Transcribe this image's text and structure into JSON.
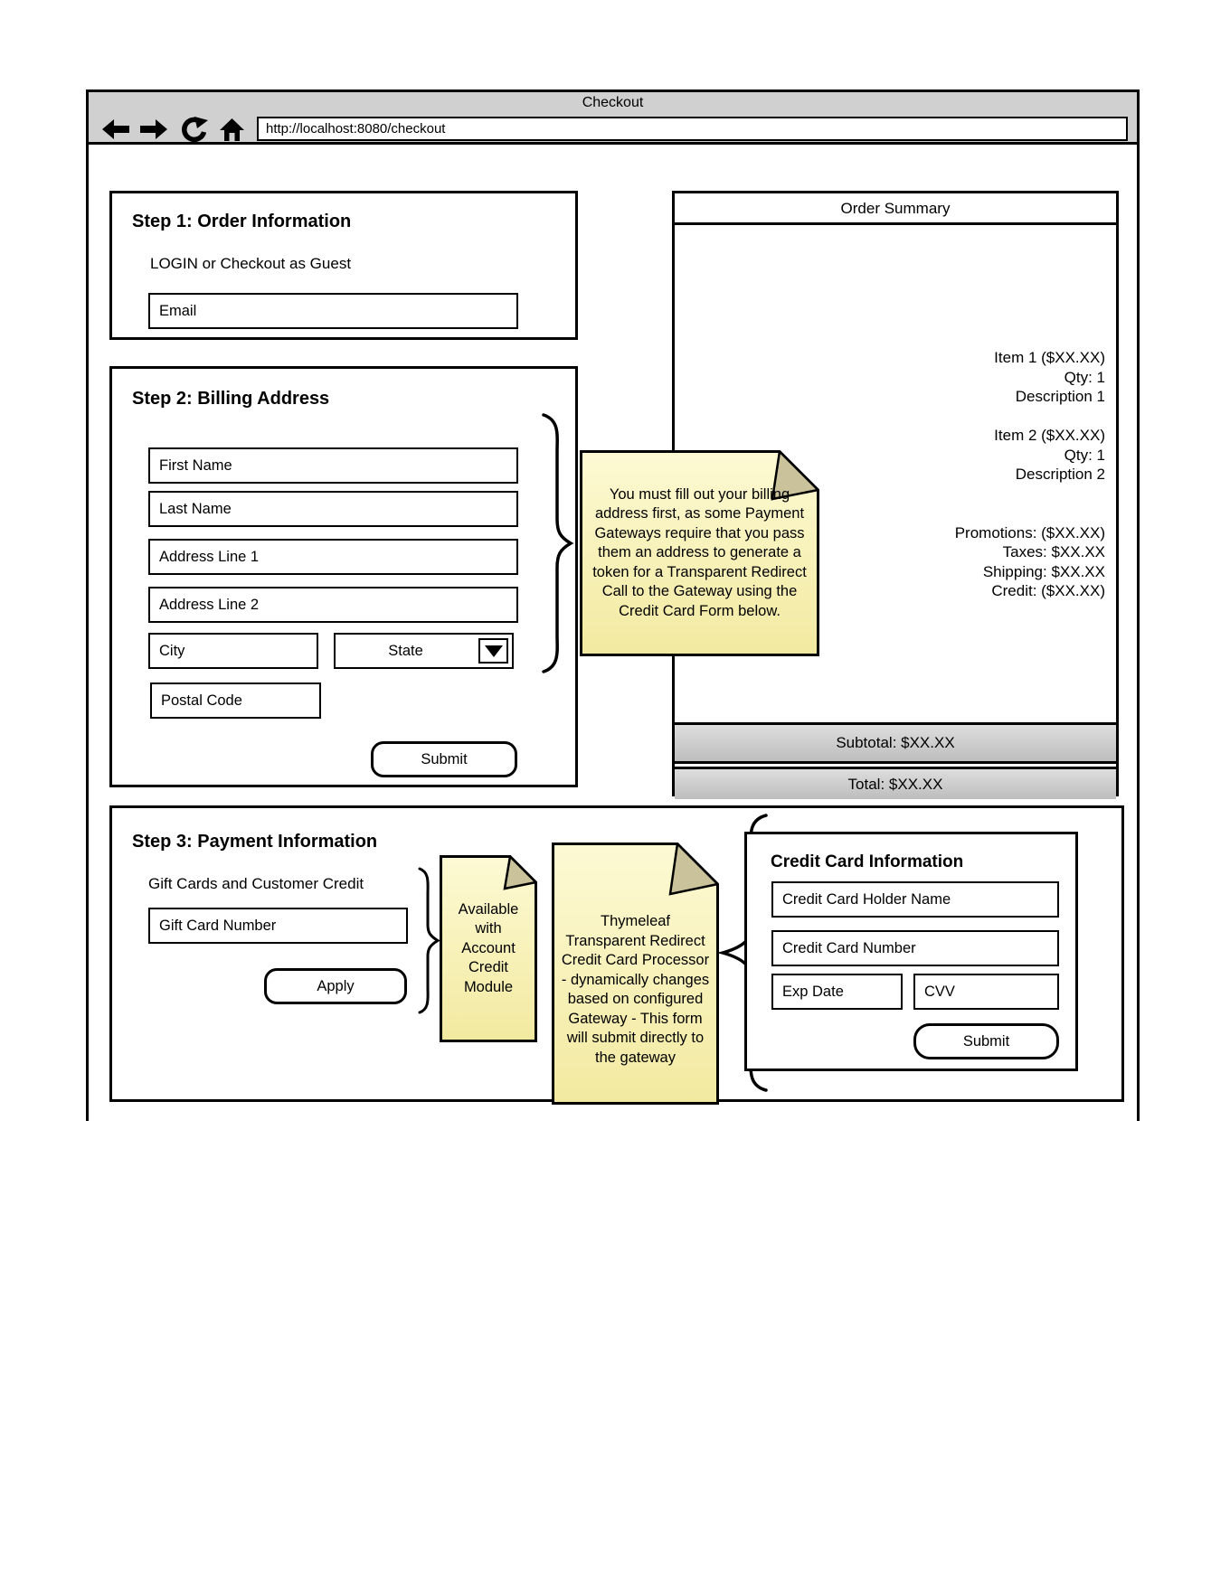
{
  "browser": {
    "title": "Checkout",
    "url": "http://localhost:8080/checkout"
  },
  "step1": {
    "title": "Step 1: Order Information",
    "login_label": "LOGIN or Checkout as Guest",
    "email_placeholder": "Email"
  },
  "step2": {
    "title": "Step 2: Billing Address",
    "first_name_placeholder": "First Name",
    "last_name_placeholder": "Last Name",
    "address1_placeholder": "Address Line 1",
    "address2_placeholder": "Address Line 2",
    "city_placeholder": "City",
    "state_label": "State",
    "postal_placeholder": "Postal Code",
    "submit_label": "Submit"
  },
  "billing_note": "You must fill out your billing address first, as some Payment Gateways require that you pass them an address to generate a token for a Transparent Redirect Call to the Gateway using the Credit Card Form below.",
  "order_summary": {
    "title": "Order Summary",
    "lines": [
      "Item 1 ($XX.XX)",
      "Qty: 1",
      "Description 1",
      "",
      "Item 2 ($XX.XX)",
      "Qty: 1",
      "Description 2",
      "",
      "",
      "Promotions: ($XX.XX)",
      "Taxes: $XX.XX",
      "Shipping: $XX.XX",
      "Credit: ($XX.XX)"
    ],
    "subtotal": "Subtotal: $XX.XX",
    "total": "Total: $XX.XX"
  },
  "step3": {
    "title": "Step 3: Payment Information",
    "gift_section_label": "Gift Cards and Customer Credit",
    "gift_card_placeholder": "Gift Card Number",
    "apply_label": "Apply"
  },
  "account_credit_note": "Available with Account Credit Module",
  "gateway_note": "Thymeleaf Transparent Redirect Credit Card Processor - dynamically changes based on configured Gateway - This form will submit directly to the gateway",
  "credit_card": {
    "title": "Credit Card Information",
    "holder_placeholder": "Credit Card Holder Name",
    "number_placeholder": "Credit Card Number",
    "exp_placeholder": "Exp Date",
    "cvv_placeholder": "CVV",
    "submit_label": "Submit"
  },
  "colors": {
    "chrome_grey": "#d0d0d0",
    "summary_row_grey_top": "#dedede",
    "summary_row_grey_bottom": "#bdbdbd",
    "note_yellow_top": "#fdfad4",
    "note_yellow_bottom": "#f2e9a0",
    "note_fold_tan": "#c9c29b",
    "border_black": "#000000"
  }
}
